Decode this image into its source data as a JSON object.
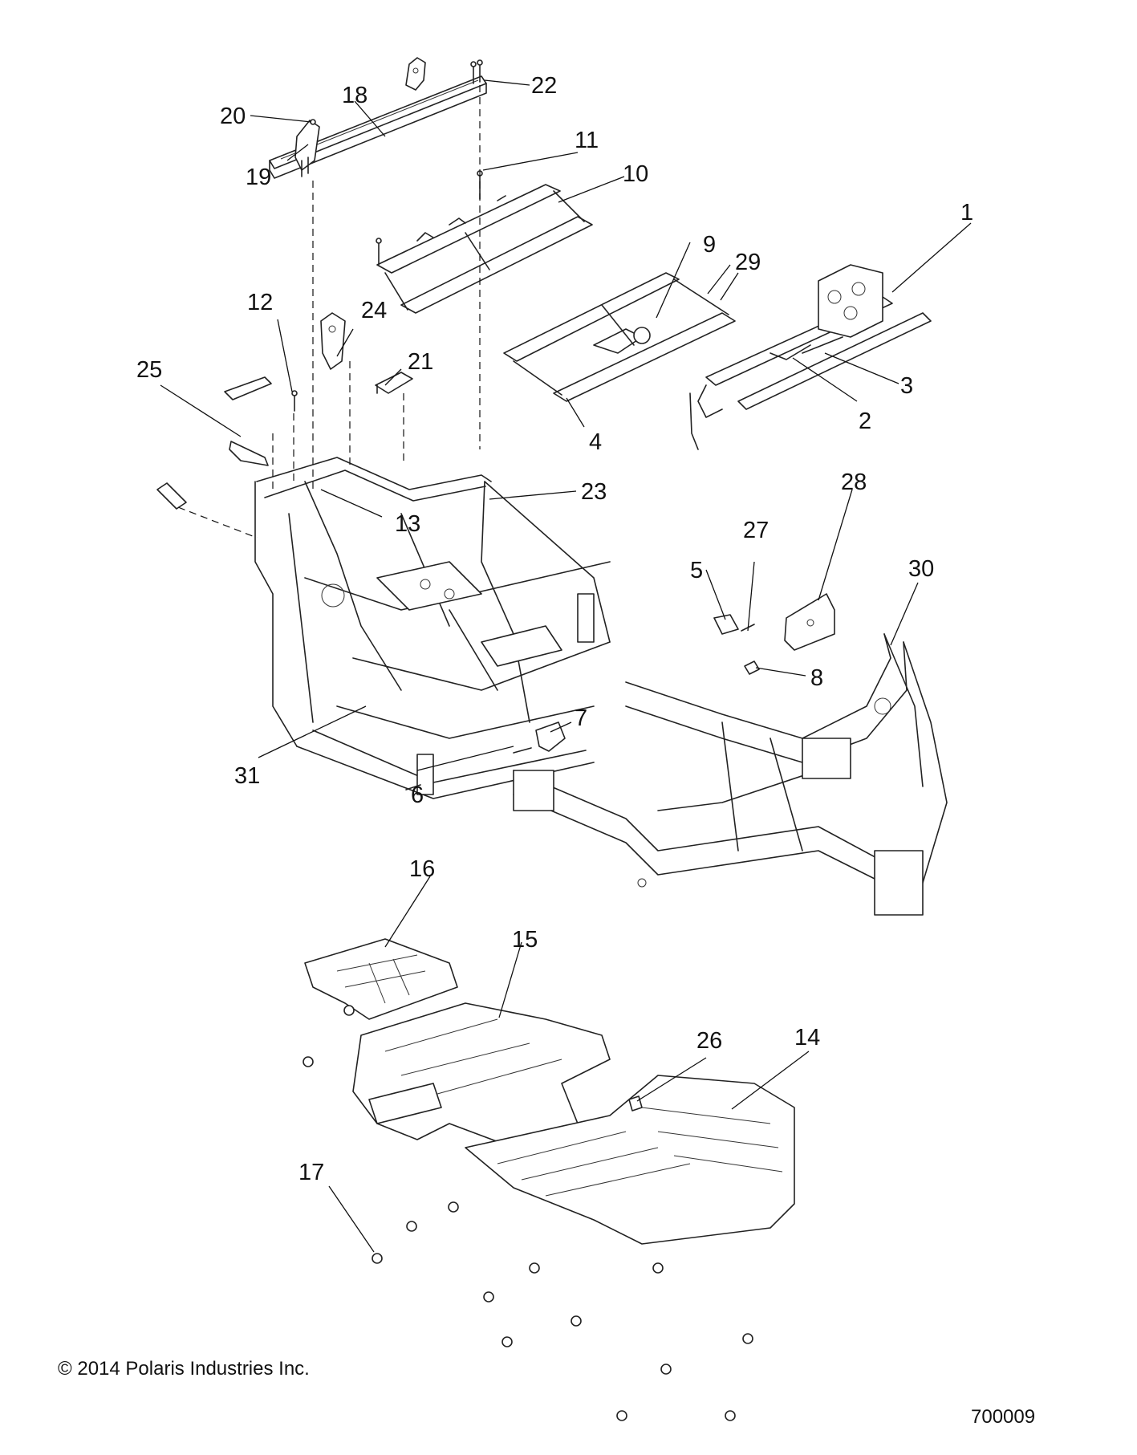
{
  "copyright": "© 2014 Polaris Industries Inc.",
  "figure_number": "700009",
  "callouts": {
    "c1": "1",
    "c2": "2",
    "c3": "3",
    "c4": "4",
    "c5": "5",
    "c6": "6",
    "c7": "7",
    "c8": "8",
    "c9": "9",
    "c10": "10",
    "c11": "11",
    "c12": "12",
    "c13": "13",
    "c14": "14",
    "c15": "15",
    "c16": "16",
    "c17": "17",
    "c18": "18",
    "c19": "19",
    "c20": "20",
    "c21": "21",
    "c22": "22",
    "c23": "23",
    "c24": "24",
    "c25": "25",
    "c26": "26",
    "c27": "27",
    "c28": "28",
    "c29": "29",
    "c30": "30",
    "c31": "31"
  }
}
